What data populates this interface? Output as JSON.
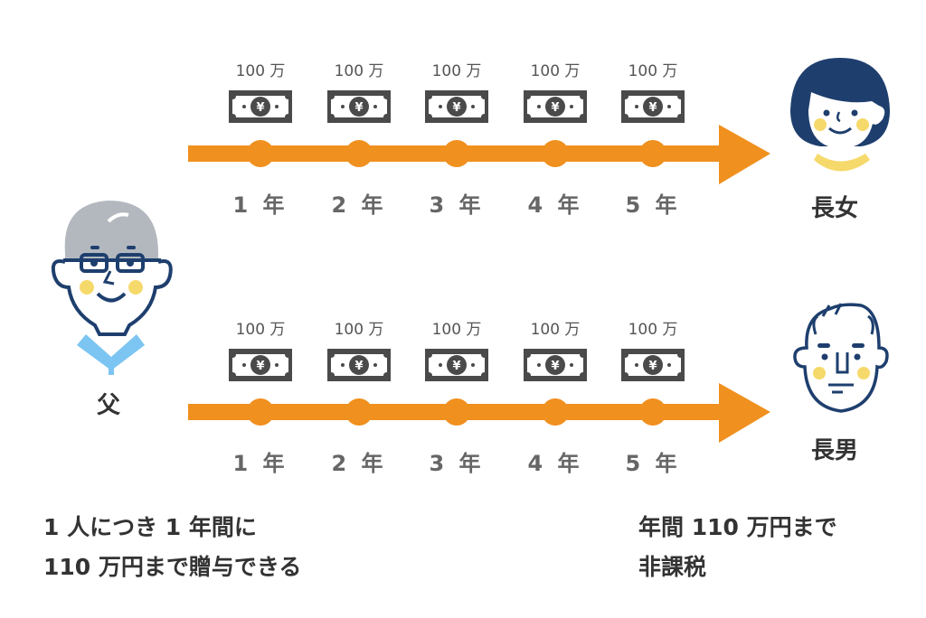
{
  "colors": {
    "arrow": "#F0901E",
    "bill": "#4A4A4A",
    "navy": "#1E3F6E",
    "cheek": "#F6D96B",
    "hair_gray": "#B3B8BF",
    "collar": "#7CC5F2"
  },
  "people": {
    "father": "父",
    "daughter": "長女",
    "son": "長男"
  },
  "rows": [
    {
      "recipient": "daughter",
      "steps": [
        {
          "amount": "100 万",
          "year": "1 年"
        },
        {
          "amount": "100 万",
          "year": "2 年"
        },
        {
          "amount": "100 万",
          "year": "3 年"
        },
        {
          "amount": "100 万",
          "year": "4 年"
        },
        {
          "amount": "100 万",
          "year": "5 年"
        }
      ]
    },
    {
      "recipient": "son",
      "steps": [
        {
          "amount": "100 万",
          "year": "1 年"
        },
        {
          "amount": "100 万",
          "year": "2 年"
        },
        {
          "amount": "100 万",
          "year": "3 年"
        },
        {
          "amount": "100 万",
          "year": "4 年"
        },
        {
          "amount": "100 万",
          "year": "5 年"
        }
      ]
    }
  ],
  "bill_icon": "yen-banknote-icon",
  "notes": {
    "left": [
      "1 人につき 1 年間に",
      "110 万円まで贈与できる"
    ],
    "right": [
      "年間 110 万円まで",
      "非課税"
    ]
  }
}
